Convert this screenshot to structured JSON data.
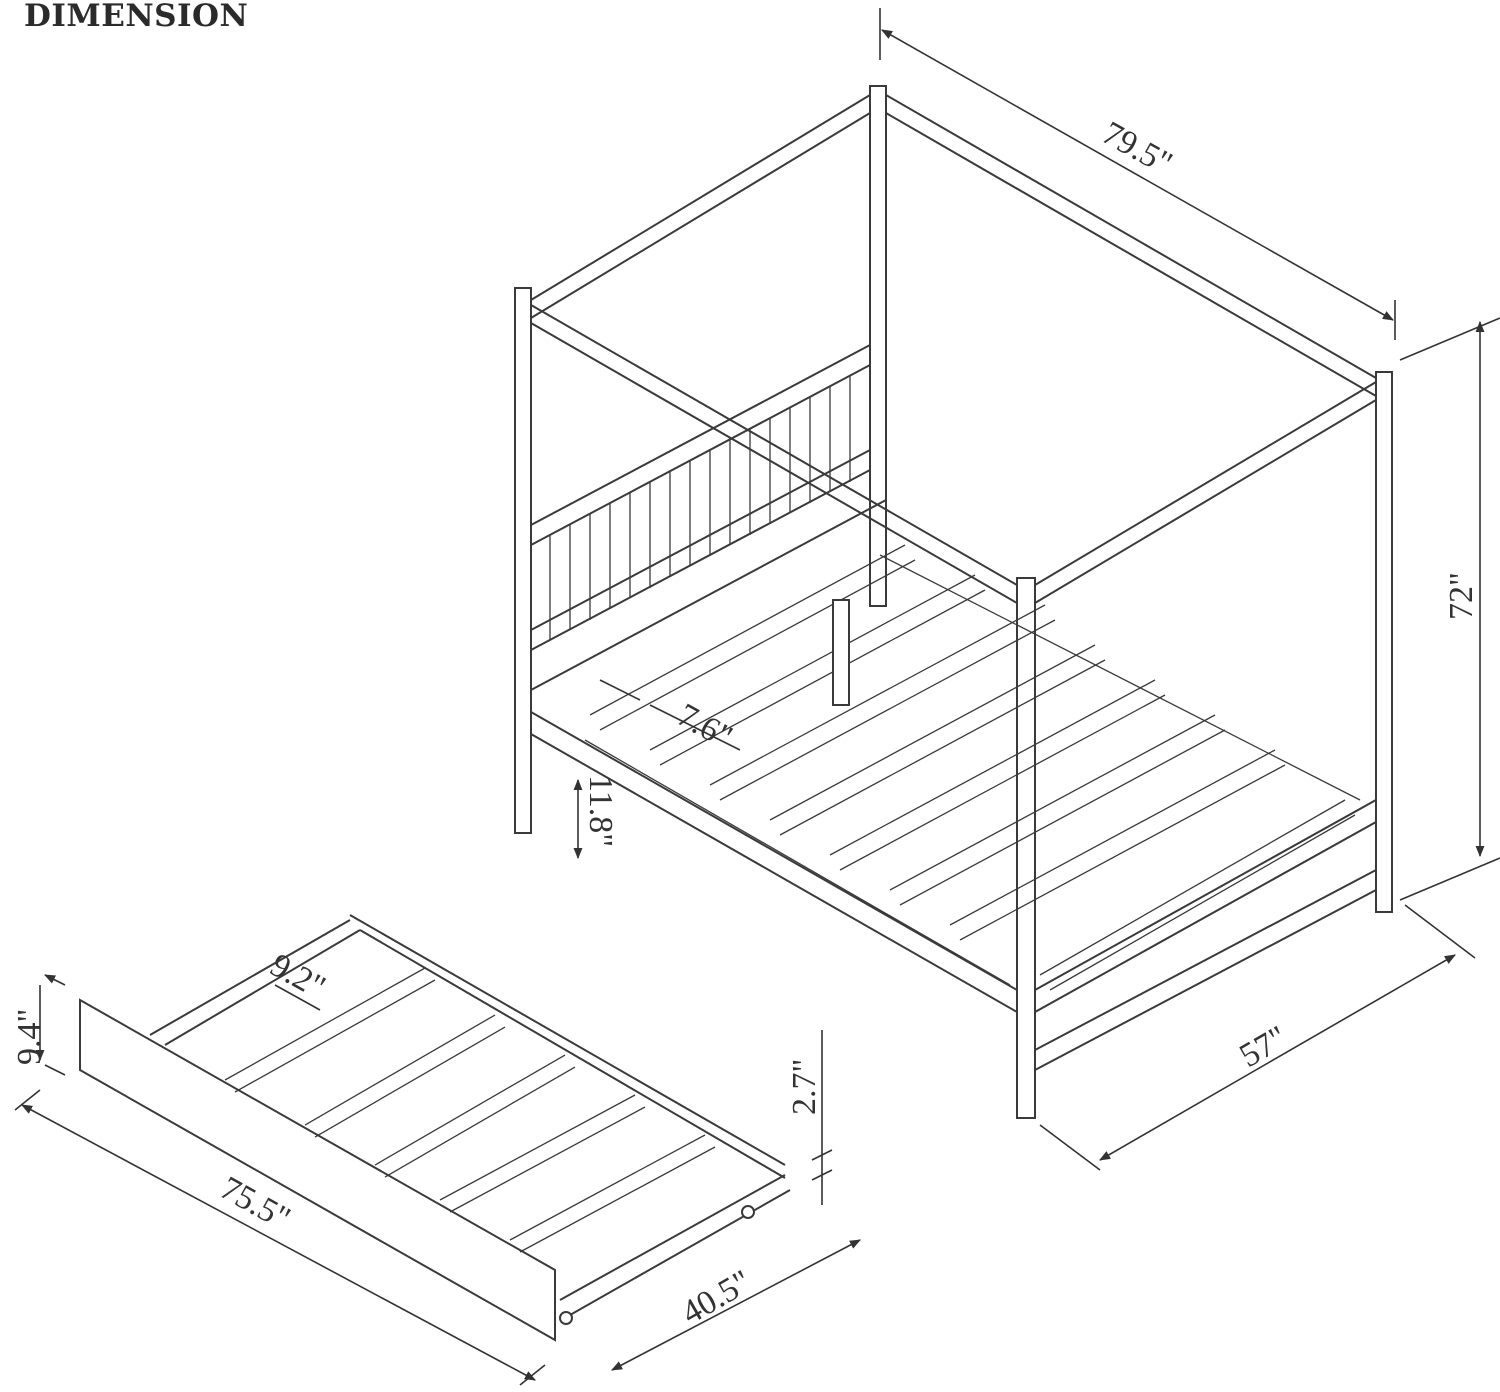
{
  "title": "DIMENSION",
  "product": "canopy bed frame with trundle",
  "bed": {
    "length": "79.5\"",
    "height": "72\"",
    "width": "57\"",
    "slat_gap": "7.6\"",
    "clearance": "11.8\""
  },
  "trundle": {
    "height": "9.4\"",
    "slat_gap": "9.2\"",
    "length": "75.5\"",
    "width": "40.5\"",
    "floor_clearance": "2.7\""
  }
}
